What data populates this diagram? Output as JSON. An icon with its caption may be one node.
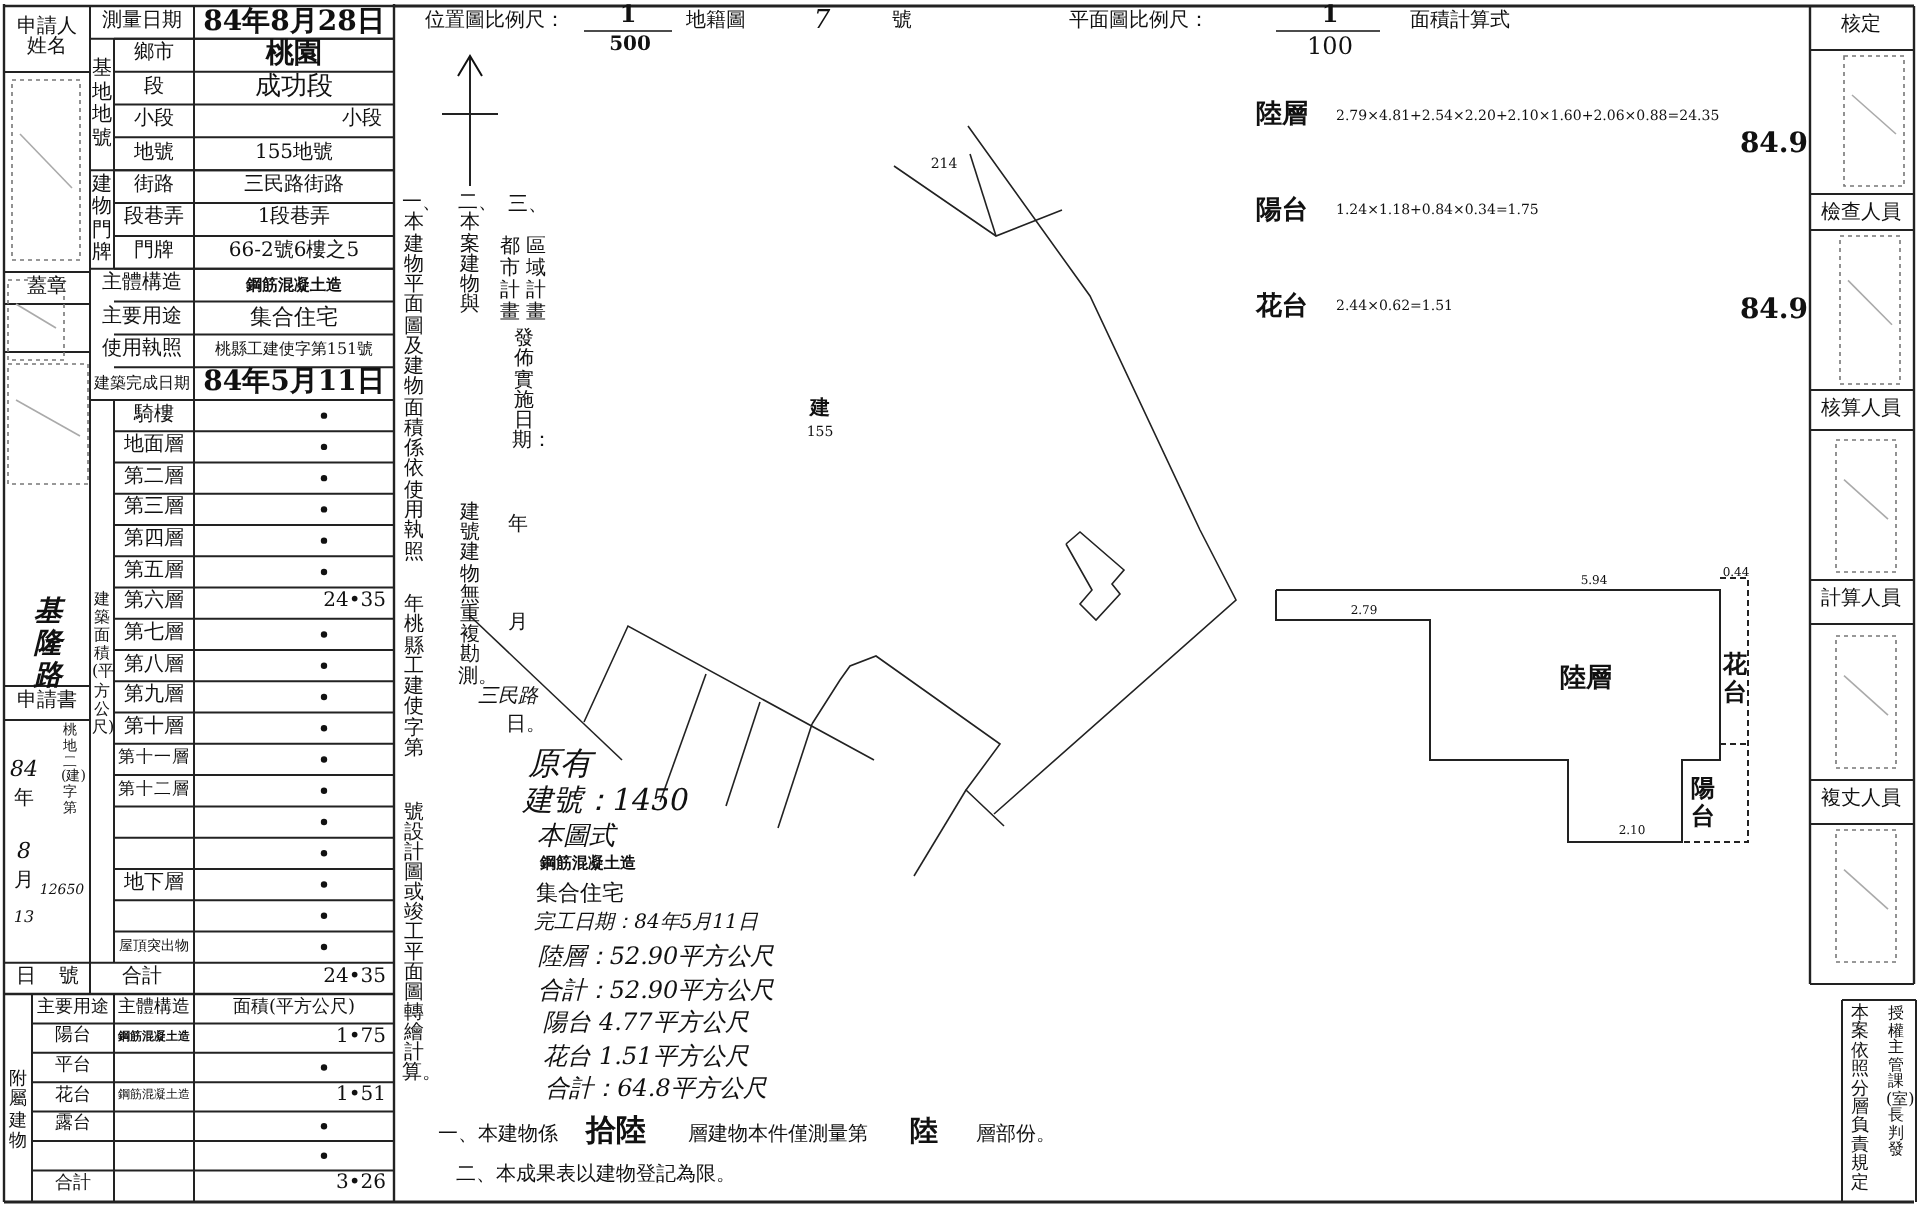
{
  "diagram": {
    "labels": [
      "申請人姓名",
      "蓋章",
      "基隆路",
      "申請書",
      "桃地二(建)字第",
      "84",
      "年",
      "8",
      "月",
      "12650",
      "13",
      "日",
      "號",
      "測量日期",
      "84年8月28日",
      "基地地號",
      "鄉市",
      "桃園",
      "段",
      "成功段",
      "小段",
      "小段",
      "地號",
      "155地號",
      "建物門牌",
      "街路",
      "三民路街路",
      "段巷弄",
      "1段巷弄",
      "門牌",
      "66-2號6樓之5",
      "主體構造",
      "鋼筋混凝土造",
      "主要用途",
      "集合住宅",
      "使用執照",
      "桃縣工建使字第151號",
      "建築完成日期",
      "84年5月11日",
      "建築面積(平方公尺)",
      "騎樓",
      "地面層",
      "第二層",
      "第三層",
      "第四層",
      "第五層",
      "第六層",
      "第七層",
      "第八層",
      "第九層",
      "第十層",
      "第十一層",
      "第十二層",
      "地下層",
      "屋頂突出物",
      "24•35",
      "合計",
      "24•35",
      "附屬建物",
      "主要用途",
      "主體構造",
      "面積(平方公尺)",
      "陽台",
      "鋼筋混凝土造",
      "1•75",
      "平台",
      "花台",
      "鋼筋混凝土造",
      "1•51",
      "露台",
      "合計",
      "3•26",
      "位置圖比例尺：",
      "1",
      "500",
      "地籍圖",
      "7",
      "號",
      "平面圖比例尺：",
      "1",
      "100",
      "面積計算式",
      "一、本建物平面圖及建物面積係依使用執照",
      "年桃縣工建使字第",
      "號設計圖或竣工平面圖轉繪計算。",
      "二、本案建物與",
      "建號建物無重複勘測。",
      "三、",
      "都市計畫",
      "區域計畫",
      "發佈實施日期：",
      "年",
      "月",
      "日。",
      "三民路",
      "建",
      "155",
      "214",
      "原有",
      "建號：1450",
      "本圖式",
      "鋼筋混凝土造",
      "集合住宅",
      "完工日期：84年5月11日",
      "陸層：52.90平方公尺",
      "合計：52.90平方公尺",
      "陽台 4.77平方公尺",
      "花台 1.51平方公尺",
      "合計：64.8平方公尺",
      "一、本建物係",
      "拾陸",
      "層建物本件僅測量第",
      "陸",
      "層部份。",
      "二、本成果表以建物登記為限。",
      "陸層",
      "2.79×4.81+2.54×2.20+2.10×1.60+2.06×0.88=24.35",
      "陽台",
      "1.24×1.18+0.84×0.34=1.75",
      "花台",
      "2.44×0.62=1.51",
      "5.94",
      "0.44",
      "2.79",
      "陸層",
      "花台",
      "陽台",
      "2.10",
      "84.9",
      "84.9",
      "核定",
      "檢查人員",
      "核算人員",
      "計算人員",
      "複丈人員",
      "本案依照分層負責規定",
      "授權主管課(室)長判發"
    ]
  }
}
